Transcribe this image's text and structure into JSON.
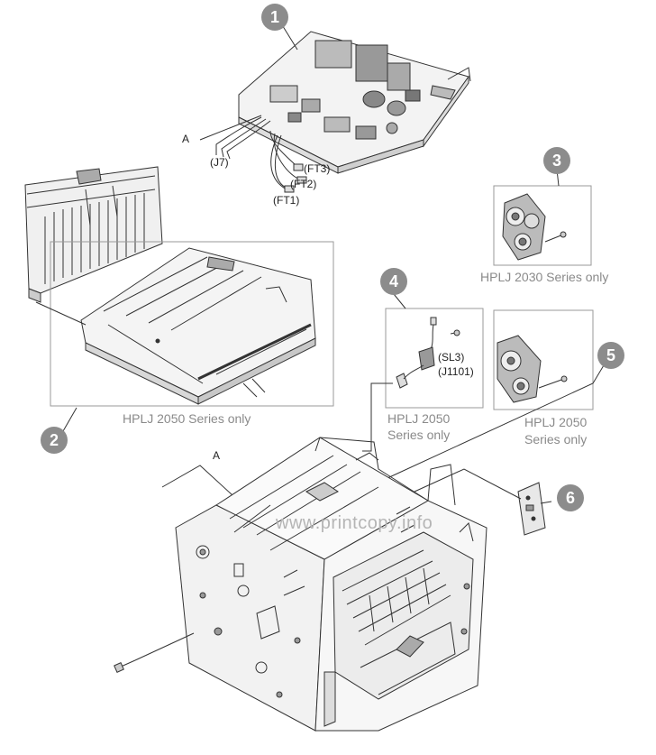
{
  "callouts": [
    "1",
    "2",
    "3",
    "4",
    "5",
    "6"
  ],
  "labels": {
    "a_top": "A",
    "a_bottom": "A",
    "j7": "(J7)",
    "ft3": "(FT3)",
    "ft2": "(FT2)",
    "ft1": "(FT1)",
    "sl3": "(SL3)",
    "j1101": "(J1101)"
  },
  "captions": {
    "hplj2030": "HPLJ 2030 Series only",
    "hplj2050_duplex": "HPLJ 2050 Series only",
    "hplj2050_sensor_l1": "HPLJ 2050",
    "hplj2050_sensor_l2": "Series only",
    "hplj2050_gear_l1": "HPLJ 2050",
    "hplj2050_gear_l2": "Series only"
  },
  "watermark": "www.printcopy.info",
  "colors": {
    "line": "#333333",
    "box": "#9a9a9a",
    "callout": "#8c8c8c",
    "caption": "#8a8a8a"
  }
}
